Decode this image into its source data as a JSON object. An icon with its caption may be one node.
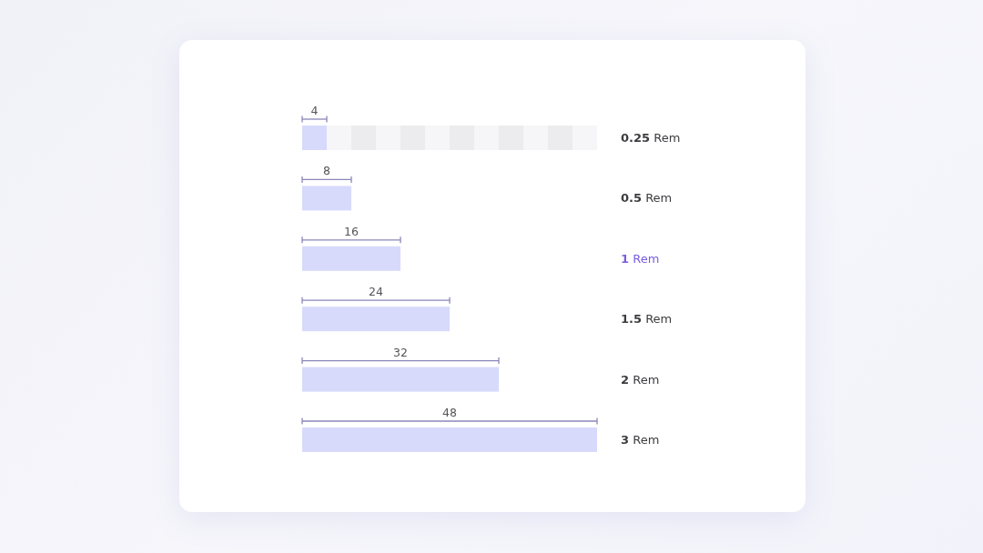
{
  "diagram": {
    "labels": [
      "4",
      "**0.25** Rem",
      "8",
      "**0.5** Rem",
      "16",
      "**1** Rem",
      "24",
      "**1.5** Rem",
      "32",
      "**2** Rem",
      "48",
      "**3** Rem"
    ]
  }
}
